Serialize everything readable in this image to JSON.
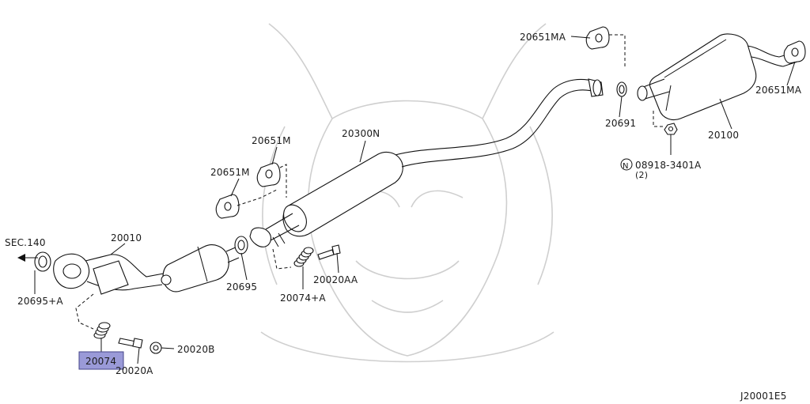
{
  "diagram": {
    "labels": {
      "p20651MA_top": "20651MA",
      "p20651MA_right": "20651MA",
      "p20691": "20691",
      "p20100": "20100",
      "n08918": "08918-3401A",
      "n08918_qty": "(2)",
      "n_symbol": "N",
      "p20300N": "20300N",
      "p20651M_upper": "20651M",
      "p20651M_lower": "20651M",
      "sec140": "SEC.140",
      "p20010": "20010",
      "p20695A": "20695+A",
      "p20695": "20695",
      "p20074A": "20074+A",
      "p20020AA": "20020AA",
      "p20074": "20074",
      "p20020B": "20020B",
      "p20020A": "20020A",
      "drawing_id": "J20001E5"
    },
    "highlight_color": "#9a9ad8",
    "highlighted_part": "20074"
  }
}
